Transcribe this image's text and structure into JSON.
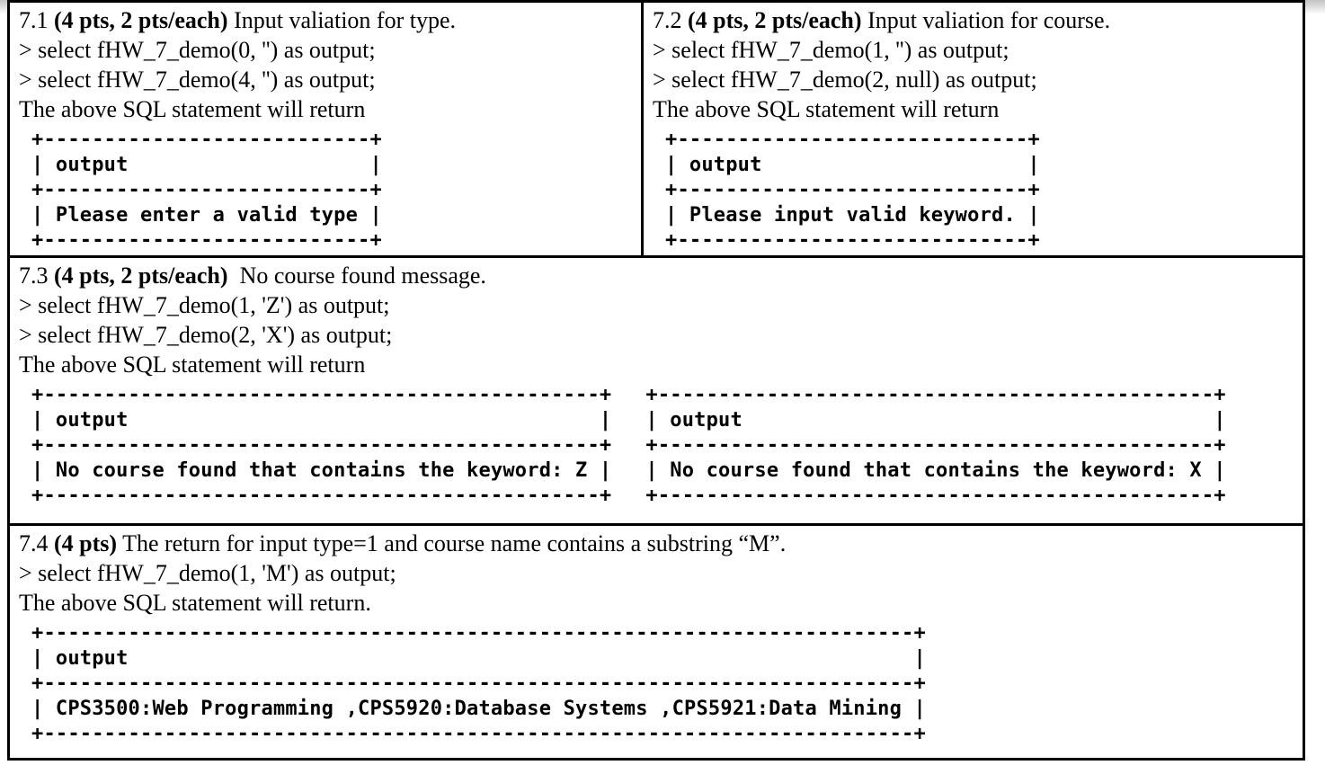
{
  "q71": {
    "num": "7.1 ",
    "points": "(4 pts, 2 pts/each)",
    "desc": " Input valiation for type.",
    "code": [
      "> select fHW_7_demo(0, '') as output;",
      "> select fHW_7_demo(4, '') as output;"
    ],
    "note": "The above SQL statement will return",
    "result": "+---------------------------+\n| output                    |\n+---------------------------+\n| Please enter a valid type |\n+---------------------------+"
  },
  "q72": {
    "num": "7.2 ",
    "points": "(4 pts, 2 pts/each)",
    "desc": " Input valiation for course.",
    "code": [
      "> select fHW_7_demo(1, '') as output;",
      "> select fHW_7_demo(2, null) as output;"
    ],
    "note": "The above SQL statement will return",
    "result": "+-----------------------------+\n| output                      |\n+-----------------------------+\n| Please input valid keyword. |\n+-----------------------------+"
  },
  "q73": {
    "num": "7.3 ",
    "points": "(4 pts, 2 pts/each)",
    "desc": "  No course found message.",
    "code": [
      "> select fHW_7_demo(1, 'Z') as output;",
      "> select fHW_7_demo(2, 'X') as output;"
    ],
    "note": "The above SQL statement will return",
    "result_z": "+----------------------------------------------+\n| output                                       |\n+----------------------------------------------+\n| No course found that contains the keyword: Z |\n+----------------------------------------------+",
    "result_x": "+----------------------------------------------+\n| output                                       |\n+----------------------------------------------+\n| No course found that contains the keyword: X |\n+----------------------------------------------+"
  },
  "q74": {
    "num": "7.4 ",
    "points": "(4 pts)",
    "desc": " The return for input type=1 and course name contains a substring “M”.",
    "code": [
      "> select fHW_7_demo(1, 'M') as output;"
    ],
    "note": "The above SQL statement will return.",
    "result": "+------------------------------------------------------------------------+\n| output                                                                 |\n+------------------------------------------------------------------------+\n| CPS3500:Web Programming ,CPS5920:Database Systems ,CPS5921:Data Mining |\n+------------------------------------------------------------------------+"
  }
}
